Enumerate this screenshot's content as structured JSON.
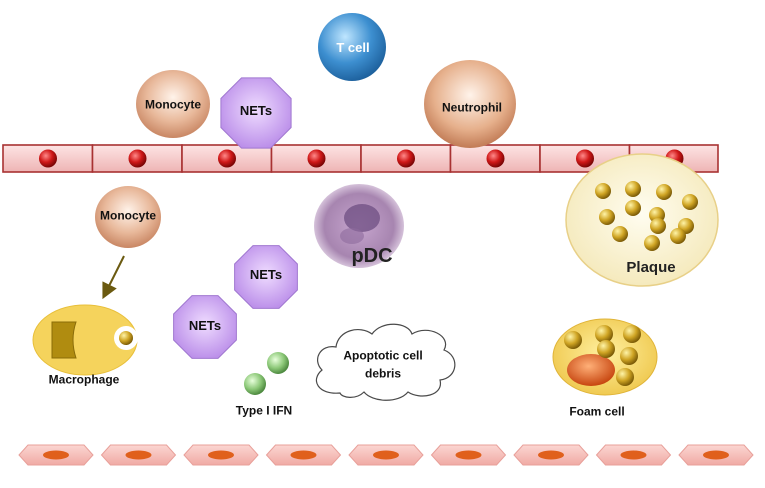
{
  "labels": {
    "t_cell": "T cell",
    "monocyte_top": "Monocyte",
    "nets_top": "NETs",
    "neutrophil": "Neutrophil",
    "monocyte_lower": "Monocyte",
    "pdc": "pDC",
    "nets_mid": "NETs",
    "nets_low": "NETs",
    "plaque": "Plaque",
    "macrophage": "Macrophage",
    "apoptotic_line1": "Apoptotic cell",
    "apoptotic_line2": "debris",
    "type1_ifn": "Type I IFN",
    "foam_cell": "Foam cell"
  },
  "colors": {
    "endothelium_fill": "#f4c6c6",
    "endothelium_border": "#a83232",
    "nucleus_red": "#c41414",
    "t_cell_blue": "#2e7fc0",
    "monocyte_tan": "#dca07c",
    "nets_purple": "#c8a0ee",
    "pdc_purple": "#9a72a4",
    "plaque_fill": "#f8f0cc",
    "lipid_gold": "#c8a21e",
    "macrophage_yellow": "#f5d35c",
    "ifn_green": "#8ec77c",
    "smooth_muscle_pink": "#f6c2be",
    "foam_core_orange": "#e8601c"
  }
}
